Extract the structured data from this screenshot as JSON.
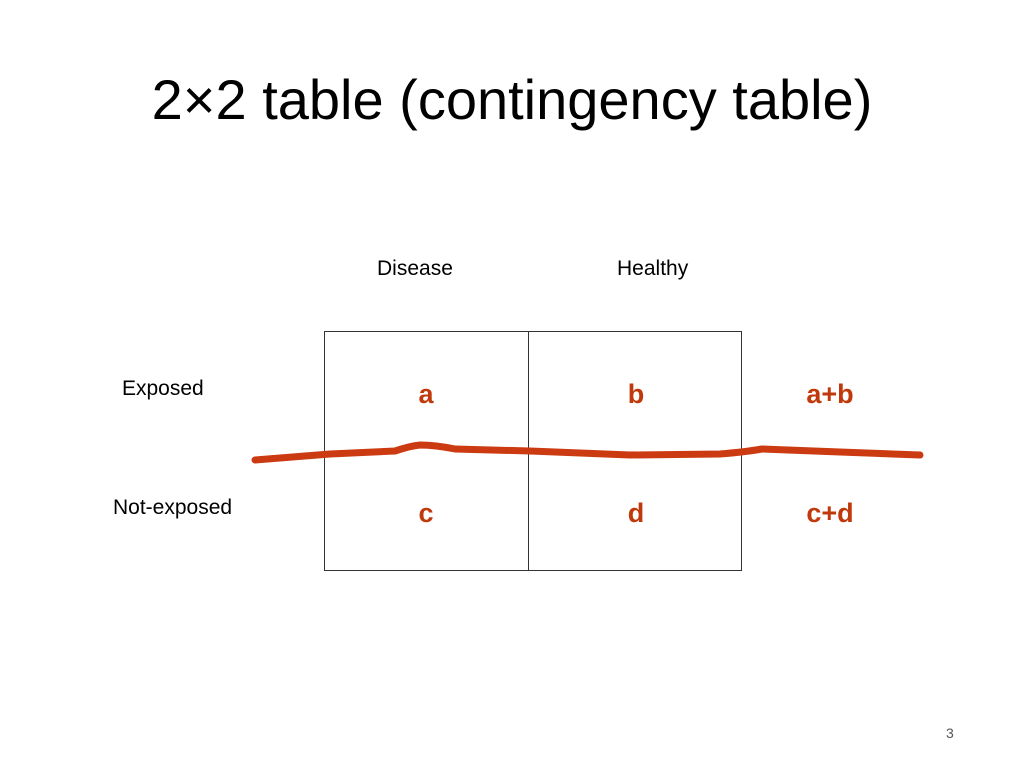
{
  "slide": {
    "title": "2×2 table (contingency table)",
    "page_number": "3"
  },
  "table": {
    "column_headers": [
      "Disease",
      "Healthy"
    ],
    "row_labels": [
      "Exposed",
      "Not-exposed"
    ],
    "cells": [
      [
        "a",
        "b"
      ],
      [
        "c",
        "d"
      ]
    ],
    "row_totals": [
      "a+b",
      "c+d"
    ]
  },
  "colors": {
    "accent": "#c0390b",
    "annotation_line": "#cc3a12"
  }
}
